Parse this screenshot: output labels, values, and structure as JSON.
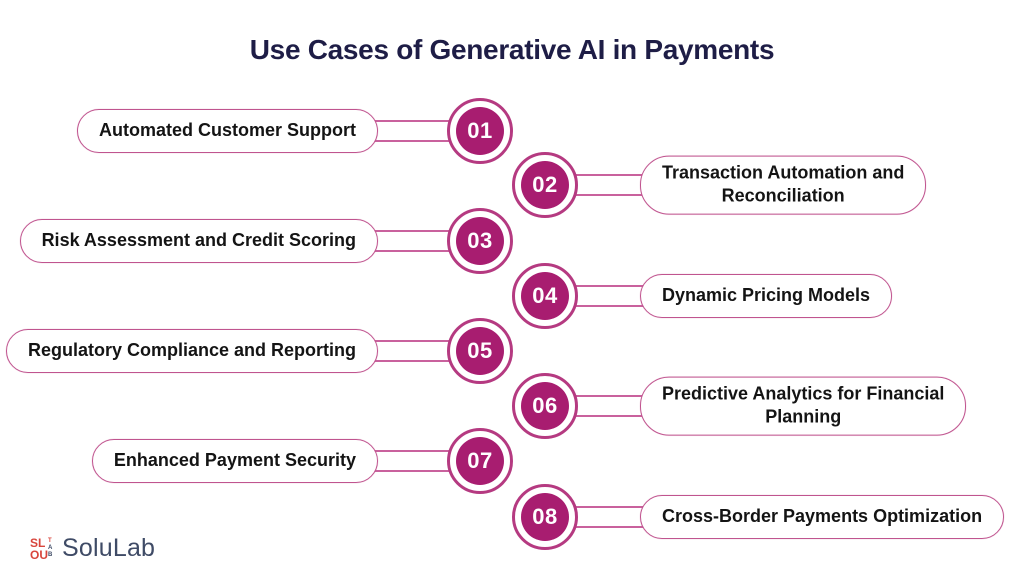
{
  "title": "Use Cases of Generative AI in Payments",
  "items": [
    {
      "number": "01",
      "label": "Automated Customer Support",
      "side": "left"
    },
    {
      "number": "02",
      "label": "Transaction Automation and\nReconciliation",
      "side": "right"
    },
    {
      "number": "03",
      "label": "Risk Assessment and Credit Scoring",
      "side": "left"
    },
    {
      "number": "04",
      "label": "Dynamic Pricing Models",
      "side": "right"
    },
    {
      "number": "05",
      "label": "Regulatory Compliance and Reporting",
      "side": "left"
    },
    {
      "number": "06",
      "label": "Predictive Analytics for Financial\nPlanning",
      "side": "right"
    },
    {
      "number": "07",
      "label": "Enhanced Payment Security",
      "side": "left"
    },
    {
      "number": "08",
      "label": "Cross-Border Payments Optimization",
      "side": "right"
    }
  ],
  "footer": {
    "logo_text": "SoluLab",
    "logo_icon": "solulab-mark-icon"
  },
  "colors": {
    "background": "#ffffff",
    "title": "#1e1d46",
    "label_text": "#141414",
    "badge_fill": "#a81d70",
    "badge_ring": "#b53a81",
    "pill_border": "#c0548f",
    "connector": "#c9619d",
    "logo_text": "#3f4b66",
    "logo_mark_red": "#d8453c",
    "logo_mark_dark": "#3f4b66"
  }
}
